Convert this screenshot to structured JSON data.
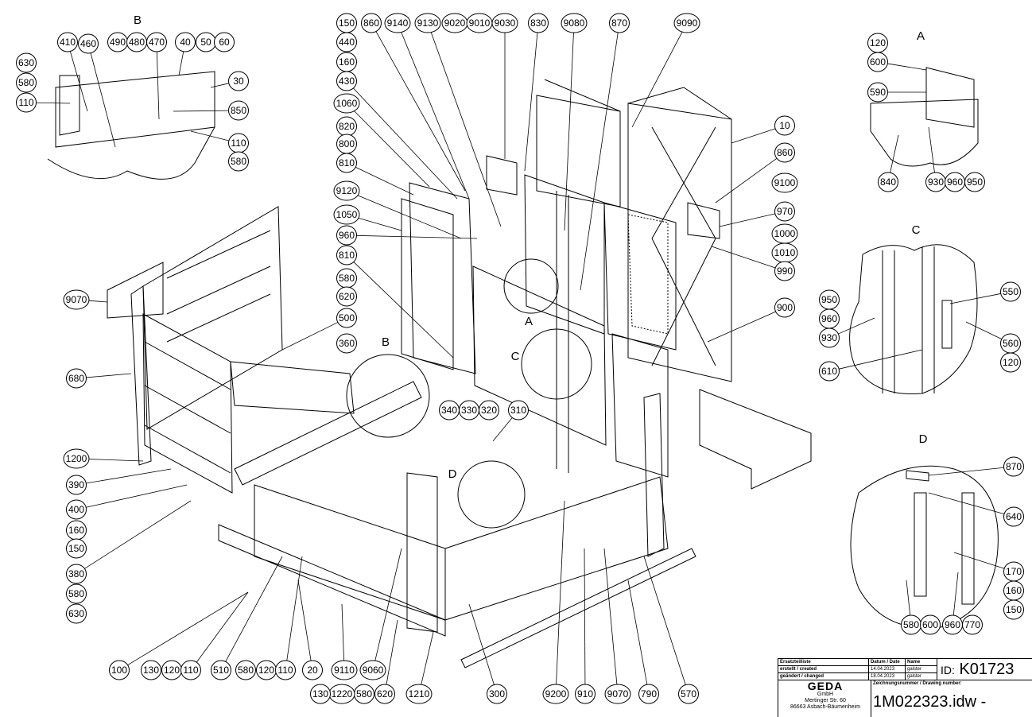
{
  "detail_letters": [
    "B",
    "A",
    "C",
    "D",
    "A",
    "B",
    "C",
    "D"
  ],
  "callouts": [
    "410",
    "460",
    "490",
    "480",
    "470",
    "40",
    "50",
    "60",
    "630",
    "580",
    "110",
    "30",
    "850",
    "110",
    "580",
    "150",
    "440",
    "160",
    "430",
    "1060",
    "820",
    "800",
    "810",
    "9120",
    "1050",
    "960",
    "810",
    "580",
    "620",
    "500",
    "360",
    "860",
    "9140",
    "9130",
    "9020",
    "9010",
    "9030",
    "830",
    "9080",
    "870",
    "9090",
    "10",
    "860",
    "9100",
    "970",
    "1000",
    "1010",
    "990",
    "900",
    "9070",
    "680",
    "1200",
    "390",
    "400",
    "160",
    "150",
    "380",
    "580",
    "630",
    "340",
    "330",
    "320",
    "310",
    "100",
    "130",
    "120",
    "110",
    "510",
    "580",
    "120",
    "110",
    "20",
    "9110",
    "9060",
    "620",
    "580",
    "1220",
    "130",
    "1210",
    "300",
    "9200",
    "910",
    "9070",
    "790",
    "570",
    "120",
    "600",
    "590",
    "840",
    "930",
    "960",
    "950",
    "950",
    "960",
    "930",
    "610",
    "550",
    "560",
    "120",
    "870",
    "640",
    "170",
    "160",
    "150",
    "580",
    "600",
    "960",
    "770"
  ],
  "title_block": {
    "parts_list_label": "Ersatzteilliste",
    "date_label": "Datum / Date",
    "name_label": "Name",
    "created_label": "erstellt / created",
    "created_date": "14.04.2023",
    "created_name": "galster",
    "changed_label": "geändert / changed",
    "changed_date": "18.04.2023",
    "changed_name": "galster",
    "id_label": "ID:",
    "id_value": "K01723",
    "drawing_number_label": "Zeichnungsnummer / Drawing number:",
    "drawing_number": "1M022323.idw -",
    "company_logo": "GEDA",
    "company_form": "GmbH",
    "street": "Mertinger Str. 60",
    "city": "86663 Asbach-Bäumenheim"
  }
}
